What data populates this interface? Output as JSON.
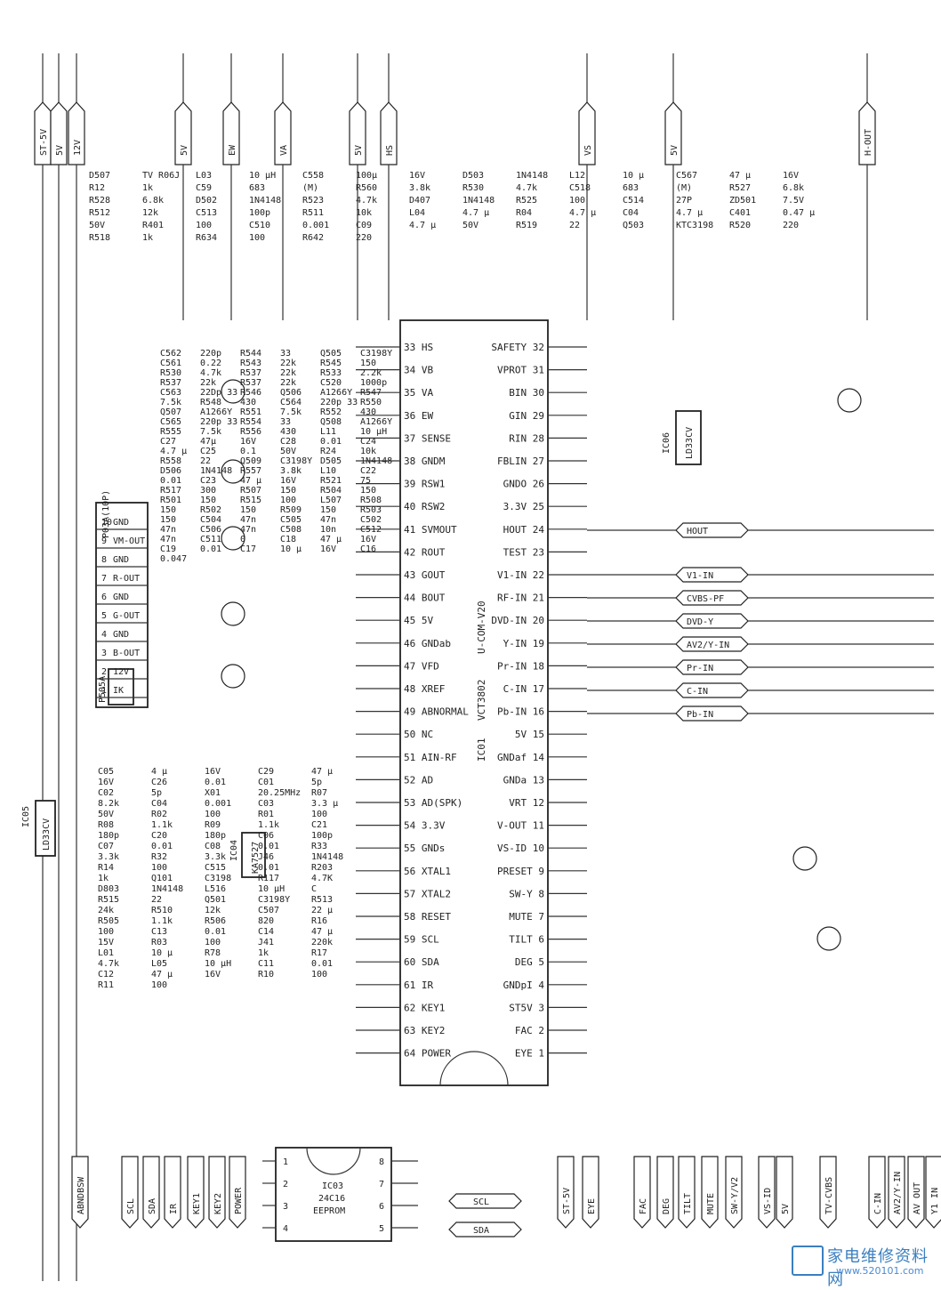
{
  "ic_main": {
    "name": "IC01",
    "part": "VCT3802",
    "alt_part": "U-COM-V20",
    "left_pins": [
      "33 HS",
      "34 VB",
      "35 VA",
      "36 EW",
      "37 SENSE",
      "38 GNDM",
      "39 RSW1",
      "40 RSW2",
      "41 SVMOUT",
      "42 ROUT",
      "43 GOUT",
      "44 BOUT",
      "45 5V",
      "46 GNDab",
      "47 VFD",
      "48 XREF",
      "49 ABNORMAL",
      "50 NC",
      "51 AIN-RF",
      "52 AD",
      "53 AD(SPK)",
      "54 3.3V",
      "55 GNDs",
      "56 XTAL1",
      "57 XTAL2",
      "58 RESET",
      "59 SCL",
      "60 SDA",
      "61 IR",
      "62 KEY1",
      "63 KEY2",
      "64 POWER"
    ],
    "right_pins": [
      "SAFETY 32",
      "VPROT 31",
      "BIN 30",
      "GIN 29",
      "RIN 28",
      "FBLIN 27",
      "GNDO 26",
      "3.3V 25",
      "HOUT 24",
      "TEST 23",
      "V1-IN 22",
      "RF-IN 21",
      "DVD-IN 20",
      "Y-IN 19",
      "Pr-IN 18",
      "C-IN 17",
      "Pb-IN 16",
      "5V 15",
      "GNDaf 14",
      "GNDa 13",
      "VRT 12",
      "V-OUT 11",
      "VS-ID 10",
      "PRESET 9",
      "SW-Y 8",
      "MUTE 7",
      "TILT 6",
      "DEG 5",
      "GNDpI 4",
      "ST5V 3",
      "FAC 2",
      "EYE 1"
    ]
  },
  "top_nets": [
    "ST-5V",
    "5V",
    "12V",
    "5V",
    "EW",
    "VA",
    "5V",
    "HS",
    "VS",
    "5V",
    "H-OUT"
  ],
  "bottom_nets": [
    "ABNDBSW",
    "SCL",
    "SDA",
    "IR",
    "KEY1",
    "KEY2",
    "POWER",
    "ST-5V",
    "EYE",
    "FAC",
    "DEG",
    "TILT",
    "MUTE",
    "SW-Y/V2",
    "VS-ID",
    "5V",
    "TV-CVBS",
    "C-IN",
    "AV2/Y-IN",
    "AV OUT",
    "Y1 IN"
  ],
  "right_tags": [
    "HOUT",
    "V1-IN",
    "CVBS-PF",
    "DVD-Y",
    "AV2/Y-IN",
    "Pr-IN",
    "C-IN",
    "Pb-IN"
  ],
  "connector": {
    "name": "P03A(10P)",
    "alt": "P505A",
    "pins": [
      {
        "n": "10",
        "label": "GND"
      },
      {
        "n": "9",
        "label": "VM-OUT"
      },
      {
        "n": "8",
        "label": "GND"
      },
      {
        "n": "7",
        "label": "R-OUT"
      },
      {
        "n": "6",
        "label": "GND"
      },
      {
        "n": "5",
        "label": "G-OUT"
      },
      {
        "n": "4",
        "label": "GND"
      },
      {
        "n": "3",
        "label": "B-OUT"
      },
      {
        "n": "2",
        "label": "12V"
      },
      {
        "n": "1",
        "label": "IK"
      }
    ]
  },
  "eeprom": {
    "name": "IC03",
    "part": "24C16",
    "type": "EEPROM",
    "left_pins": [
      "1",
      "2",
      "3",
      "4"
    ],
    "right_pins": [
      "8",
      "7",
      "6",
      "5"
    ],
    "tags": [
      "SCL",
      "SDA"
    ]
  },
  "regulators": [
    {
      "name": "IC05",
      "part": "LD33CV"
    },
    {
      "name": "IC06",
      "part": "LD33CV"
    },
    {
      "name": "IC04",
      "part": "KA7527"
    }
  ],
  "labels_top": [
    "D507",
    "TV R06J",
    "L03",
    "10 μH",
    "C558",
    "100μ",
    "16V",
    "D503",
    "1N4148",
    "L12",
    "10 μ",
    "C567",
    "47 μ",
    "16V",
    "R12",
    "1k",
    "C59",
    "683",
    "(M)",
    "R560",
    "3.8k",
    "R530",
    "4.7k",
    "C518",
    "683",
    "(M)",
    "R527",
    "6.8k",
    "R528",
    "6.8k",
    "D502",
    "1N4148",
    "R523",
    "4.7k",
    "D407",
    "1N4148",
    "R525",
    "100",
    "C514",
    "27P",
    "ZD501",
    "7.5V",
    "R512",
    "12k",
    "C513",
    "100p",
    "R511",
    "10k",
    "L04",
    "4.7 μ",
    "R04",
    "4.7 μ",
    "C04",
    "4.7 μ",
    "C401",
    "0.47 μ",
    "50V",
    "R401",
    "100",
    "C510",
    "0.001",
    "C09",
    "4.7 μ",
    "50V",
    "R519",
    "22",
    "Q503",
    "KTC3198",
    "R520",
    "220",
    "R518",
    "1k",
    "R634",
    "100",
    "R642",
    "220"
  ],
  "labels_mid": [
    "C562",
    "220p",
    "R544",
    "33",
    "Q505",
    "C3198Y",
    "C561",
    "0.22",
    "R543",
    "22k",
    "R545",
    "150",
    "R530",
    "4.7k",
    "R537",
    "22k",
    "R533",
    "2.2k",
    "R537",
    "22k",
    "R537",
    "22k",
    "C520",
    "1000p",
    "C563",
    "22Dp 33",
    "R546",
    "Q506",
    "A1266Y",
    "R547",
    "7.5k",
    "R548",
    "430",
    "C564",
    "220p 33",
    "R550",
    "Q507",
    "A1266Y",
    "R551",
    "7.5k",
    "R552",
    "430",
    "C565",
    "220p 33",
    "R554",
    "33",
    "Q508",
    "A1266Y",
    "R555",
    "7.5k",
    "R556",
    "430",
    "L11",
    "10 μH",
    "C27",
    "47μ",
    "16V",
    "C28",
    "0.01",
    "C24",
    "4.7 μ",
    "C25",
    "0.1",
    "50V",
    "R24",
    "10k",
    "R558",
    "22",
    "Q509",
    "C3198Y",
    "D505",
    "1N4148",
    "D506",
    "1N4148",
    "R557",
    "3.8k",
    "L10",
    "C22",
    "0.01",
    "C23",
    "47 μ",
    "16V",
    "R521",
    "75",
    "R517",
    "300",
    "R507",
    "150",
    "R504",
    "150",
    "R501",
    "150",
    "R515",
    "100",
    "L507",
    "R508",
    "150",
    "R502",
    "150",
    "R509",
    "150",
    "R503",
    "150",
    "C504",
    "47n",
    "C505",
    "47n",
    "C502",
    "47n",
    "C506",
    "47n",
    "C508",
    "10n",
    "C512",
    "47n",
    "C511",
    "0",
    "C18",
    "47 μ",
    "16V",
    "C19",
    "0.01",
    "C17",
    "10 μ",
    "16V",
    "C16",
    "0.047"
  ],
  "labels_low": [
    "C05",
    "4 μ",
    "16V",
    "C29",
    "47 μ",
    "16V",
    "C26",
    "0.01",
    "C01",
    "5p",
    "C02",
    "5p",
    "X01",
    "20.25MHz",
    "R07",
    "8.2k",
    "C04",
    "0.001",
    "C03",
    "3.3 μ",
    "50V",
    "R02",
    "100",
    "R01",
    "100",
    "R08",
    "1.1k",
    "R09",
    "1.1k",
    "C21",
    "180p",
    "C20",
    "180p",
    "C06",
    "100p",
    "C07",
    "0.01",
    "C08",
    "0.01",
    "R33",
    "3.3k",
    "R32",
    "3.3k",
    "J46",
    "1N4148",
    "R14",
    "100",
    "C515",
    "0.01",
    "R203",
    "1k",
    "Q101",
    "C3198",
    "R117",
    "4.7K",
    "D803",
    "1N4148",
    "L516",
    "10 μH",
    "C",
    "R515",
    "22",
    "Q501",
    "C3198Y",
    "R513",
    "24k",
    "R510",
    "12k",
    "C507",
    "22 μ",
    "R505",
    "1.1k",
    "R506",
    "820",
    "R16",
    "100",
    "C13",
    "0.01",
    "C14",
    "47 μ",
    "15V",
    "R03",
    "100",
    "J41",
    "220k",
    "L01",
    "10 μ",
    "R78",
    "1k",
    "R17",
    "4.7k",
    "L05",
    "10 μH",
    "C11",
    "0.01",
    "C12",
    "47 μ",
    "16V",
    "R10",
    "100",
    "R11",
    "100"
  ],
  "watermark": {
    "cn": "家电维修资料网",
    "url": "www.520101.com"
  }
}
